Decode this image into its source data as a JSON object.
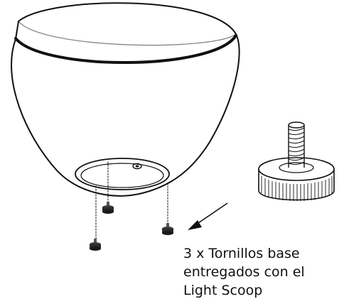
{
  "figure": {
    "caption_lines": [
      "3 x Tornillos base",
      "entregados con el",
      "Light Scoop"
    ],
    "stroke_color": "#111111",
    "screw_color": "#2a2a2a",
    "icons": [
      "dome-illustration",
      "base-screw-icon",
      "arrow-icon",
      "enlarged-screw-illustration"
    ]
  }
}
